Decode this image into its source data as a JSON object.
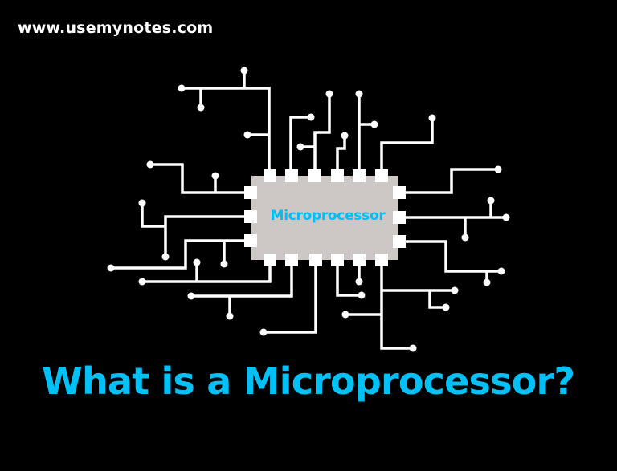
{
  "header": {
    "site_url": "www.usemynotes.com"
  },
  "chip": {
    "label": "Microprocessor",
    "body_color": "#cdc7c6",
    "pin_color": "#ffffff"
  },
  "headline": {
    "text": "What is a Microprocessor?",
    "color": "#00c0f8"
  },
  "colors": {
    "background": "#000000",
    "trace": "#ffffff",
    "accent": "#00c0f8"
  }
}
